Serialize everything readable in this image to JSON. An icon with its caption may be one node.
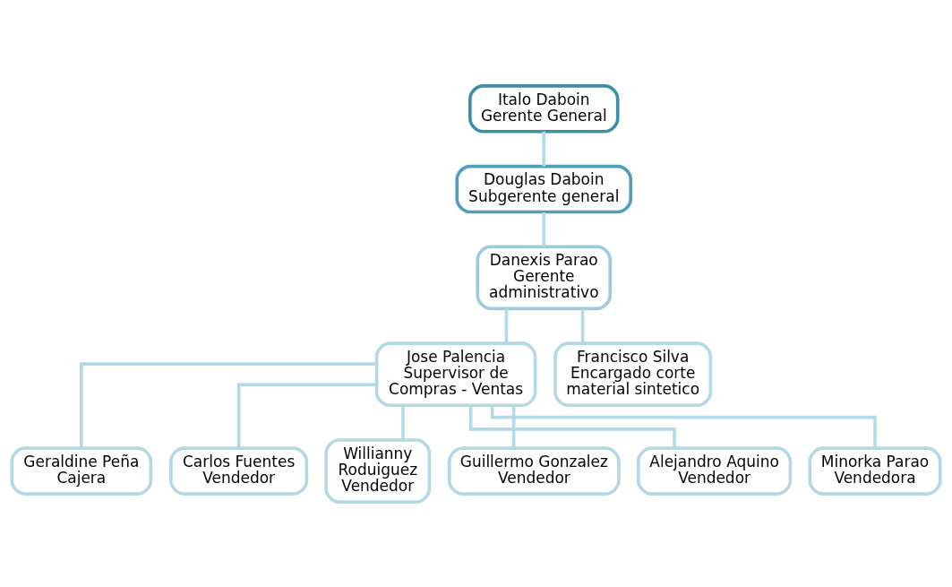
{
  "diagram": {
    "nodes": [
      {
        "text": [
          "Italo Daboin",
          "Gerente General"
        ]
      },
      {
        "text": [
          "Douglas Daboin",
          "Subgerente general"
        ]
      },
      {
        "text": [
          "Danexis Parao",
          "Gerente administrativo"
        ]
      },
      {
        "text": [
          "Jose Palencia",
          "Supervisor de Compras - Ventas"
        ]
      },
      {
        "text": [
          "Francisco Silva",
          "Encargado corte material sintetico"
        ]
      },
      {
        "text": [
          "Geraldine Peña",
          "Cajera"
        ]
      },
      {
        "text": [
          "Carlos Fuentes",
          "Vendedor"
        ]
      },
      {
        "text": [
          "Willianny Roduiguez",
          "Vendedor"
        ]
      },
      {
        "text": [
          "Guillermo Gonzalez",
          "Vendedor"
        ]
      },
      {
        "text": [
          "Alejandro Aquino",
          "Vendedor"
        ]
      },
      {
        "text": [
          "Minorka Parao",
          "Vendedora"
        ]
      }
    ],
    "edges": [
      {
        "from": 0,
        "to": 1,
        "arrow": "none"
      },
      {
        "from": 1,
        "to": 2,
        "arrow": "none"
      },
      {
        "from": 2,
        "to": 3,
        "arrow": "none"
      },
      {
        "from": 2,
        "to": 4,
        "arrow": "none"
      },
      {
        "from": 3,
        "to": 5,
        "arrow": "none"
      },
      {
        "from": 3,
        "to": 6,
        "arrow": "none"
      },
      {
        "from": 3,
        "to": 7,
        "arrow": "none"
      },
      {
        "from": 3,
        "to": 8,
        "arrow": "none"
      },
      {
        "from": 3,
        "to": 9,
        "arrow": "none"
      },
      {
        "from": 3,
        "to": 10,
        "arrow": "none"
      }
    ]
  }
}
